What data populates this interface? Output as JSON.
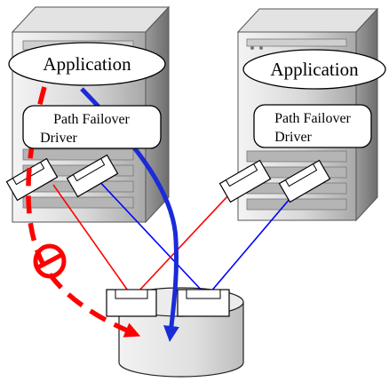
{
  "servers": [
    {
      "app_label": "Application",
      "driver_line1": "Path Failover",
      "driver_line2": "Driver"
    },
    {
      "app_label": "Application",
      "driver_line1": "Path Failover",
      "driver_line2": "Driver"
    }
  ],
  "colors": {
    "path_red": "#ff0000",
    "path_blue": "#0000ff",
    "failover_blue": "#1a2bd8",
    "failed_red": "#ff0000",
    "server_dark": "#8c8c8c",
    "server_mid": "#c8c8c8",
    "server_light": "#e6e6e6"
  }
}
